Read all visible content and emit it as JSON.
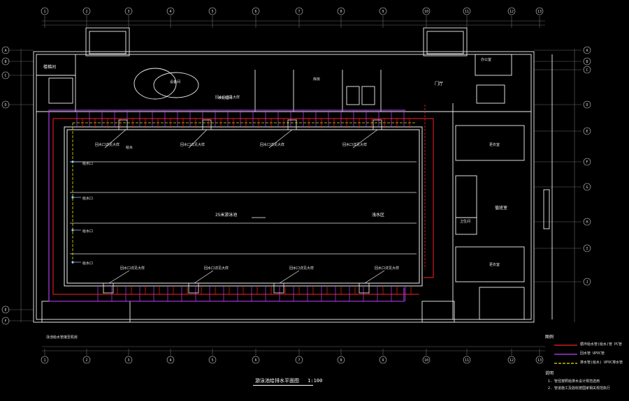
{
  "drawing": {
    "title": "游泳池给排水平面图",
    "scale": "1:100",
    "background": "#000000"
  },
  "pool_label": "25米游泳池",
  "shallow_label": "浅水区",
  "legend": {
    "heading": "图例",
    "items": [
      {
        "text": "循环给水管(给水)管 PC管",
        "color": "#ff2020"
      },
      {
        "text": "回水管 UPVC管",
        "color": "#c040ff"
      },
      {
        "text": "排水管(给水) UPVC排水管",
        "color": "#e8e800"
      }
    ],
    "notes_heading": "说明",
    "notes": [
      "1. 管径按照给排水设计规范选用",
      "2. 管道施工及验收按国家相关规范执行"
    ]
  },
  "rooms": {
    "left_stair": "楼梯间",
    "hall": "门厅",
    "right_office": "办公室",
    "storage": "库房",
    "changing_1": "更衣室",
    "changing_2": "更衣室",
    "toilet": "卫生间",
    "equipment": "设备间",
    "plant_room": "水处理间",
    "duty": "值班室"
  },
  "inlet_labels": [
    "给水口",
    "给水口",
    "给水口",
    "给水口"
  ],
  "pipe_label": "给水",
  "callouts_top": [
    "回水口详见大样",
    "回水口详见大样",
    "回水口详见大样",
    "回水口详见大样",
    "回水口详见大样"
  ],
  "callouts_bottom": [
    "回水口详见大样",
    "回水口详见大样",
    "回水口详见大样",
    "回水口详见大样"
  ],
  "bottom_left_note": "泳池给水管接至机房",
  "grid_top": [
    "1",
    "2",
    "3",
    "4",
    "5",
    "6",
    "7",
    "8",
    "9",
    "10",
    "11",
    "12",
    "13"
  ],
  "grid_left": [
    "A",
    "B",
    "C",
    "D",
    "E",
    "F"
  ],
  "grid_right": [
    "A",
    "B",
    "C",
    "D",
    "E",
    "F",
    "G",
    "H",
    "I",
    "J"
  ]
}
